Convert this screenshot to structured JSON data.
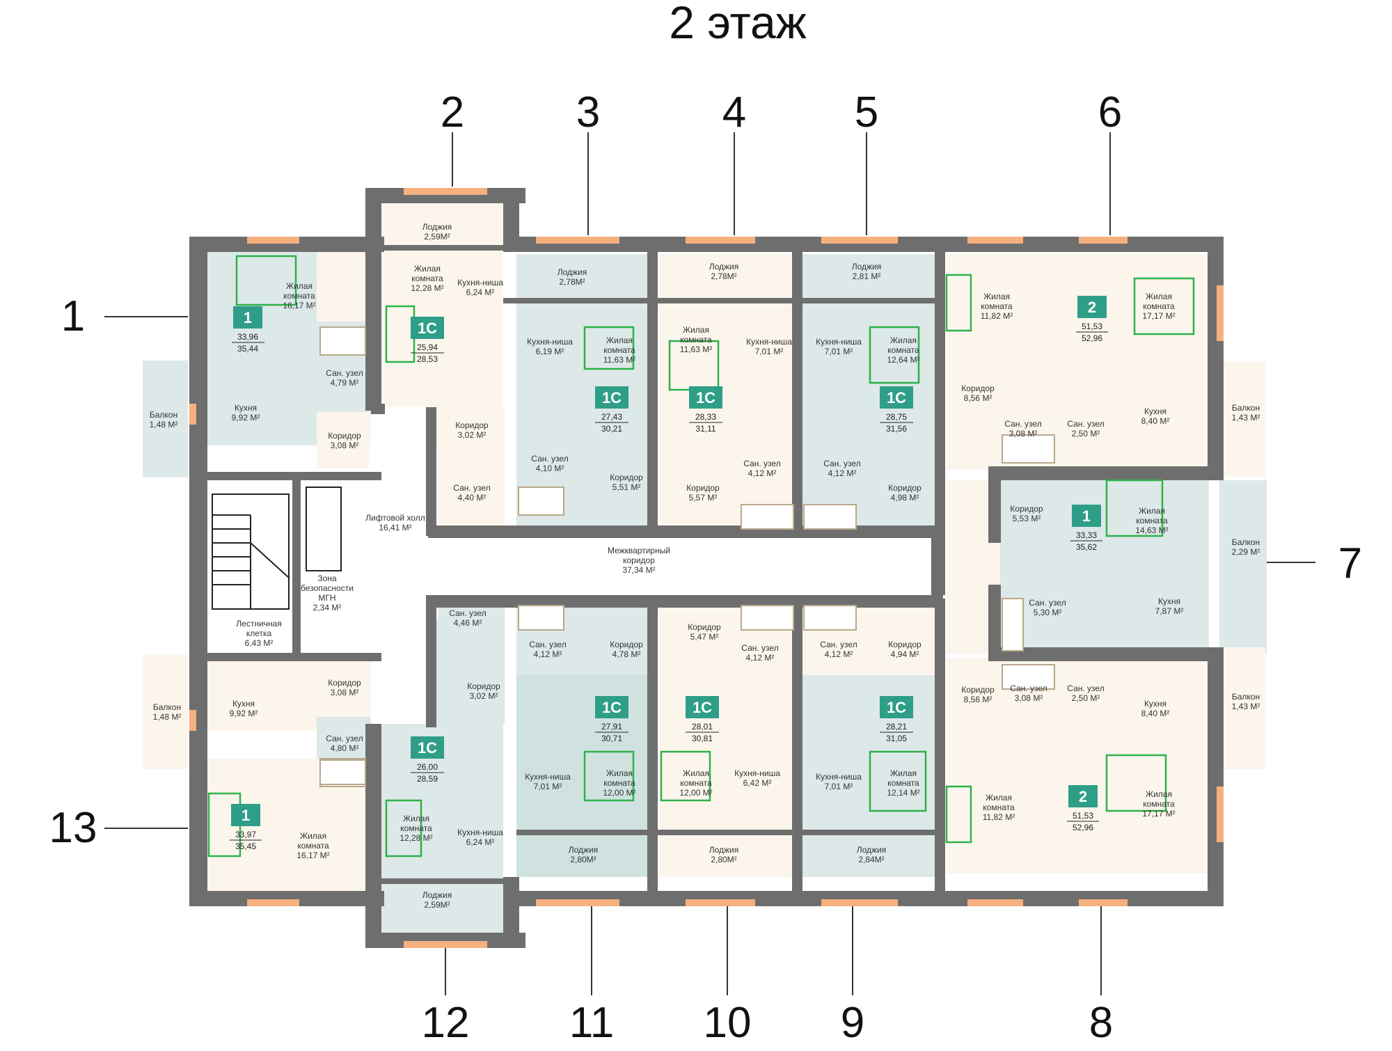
{
  "title": "2 этаж",
  "apt_numbers": {
    "n1": "1",
    "n2": "2",
    "n3": "3",
    "n4": "4",
    "n5": "5",
    "n6": "6",
    "n7": "7",
    "n8": "8",
    "n9": "9",
    "n10": "10",
    "n11": "11",
    "n12": "12",
    "n13": "13"
  },
  "badges": {
    "a1": "1",
    "a2": "1С",
    "a3": "1С",
    "a4": "1С",
    "a5": "1С",
    "a6": "2",
    "a7": "1",
    "a8": "2",
    "a9": "1С",
    "a10": "1С",
    "a11": "1С",
    "a12": "1С",
    "a13": "1"
  },
  "areas": {
    "a1": [
      "33,96",
      "35,44"
    ],
    "a2": [
      "25,94",
      "28,53"
    ],
    "a3": [
      "27,43",
      "30,21"
    ],
    "a4": [
      "28,33",
      "31,11"
    ],
    "a5": [
      "28,75",
      "31,56"
    ],
    "a6": [
      "51,53",
      "52,96"
    ],
    "a7": [
      "33,33",
      "35,62"
    ],
    "a8": [
      "51,53",
      "52,96"
    ],
    "a9": [
      "28,21",
      "31,05"
    ],
    "a10": [
      "28,01",
      "30,81"
    ],
    "a11": [
      "27,91",
      "30,71"
    ],
    "a12": [
      "26,00",
      "28,59"
    ],
    "a13": [
      "33,97",
      "35,45"
    ]
  },
  "rooms": {
    "r1": [
      "Жилая",
      "комната",
      "16,17 М²"
    ],
    "r2": [
      "Сан. узел",
      "4,79 М²"
    ],
    "r3": [
      "Кухня",
      "9,92 М²"
    ],
    "r4": [
      "Коридор",
      "3,08 М²"
    ],
    "r5": [
      "Балкон",
      "1,48 М²"
    ],
    "r6": [
      "Лоджия",
      "2,59М²"
    ],
    "r7": [
      "Жилая",
      "комната",
      "12,28 М²"
    ],
    "r8": [
      "Кухня-ниша",
      "6,24 М²"
    ],
    "r9": [
      "Коридор",
      "3,02 М²"
    ],
    "r10": [
      "Сан. узел",
      "4,40 М²"
    ],
    "r11": [
      "Лоджия",
      "2,78М²"
    ],
    "r12": [
      "Кухня-ниша",
      "6,19 М²"
    ],
    "r13": [
      "Жилая",
      "комната",
      "11,63 М²"
    ],
    "r14": [
      "Сан. узел",
      "4,10 М²"
    ],
    "r15": [
      "Коридор",
      "5,51 М²"
    ],
    "r16": [
      "Лоджия",
      "2,78М²"
    ],
    "r17": [
      "Жилая",
      "комната",
      "11,63 М²"
    ],
    "r18": [
      "Кухня-ниша",
      "7,01 М²"
    ],
    "r19": [
      "Коридор",
      "5,57 М²"
    ],
    "r20": [
      "Сан. узел",
      "4,12 М²"
    ],
    "r21": [
      "Лоджия",
      "2,81 М²"
    ],
    "r22": [
      "Кухня-ниша",
      "7,01 М²"
    ],
    "r23": [
      "Жилая",
      "комната",
      "12,64 М²"
    ],
    "r24": [
      "Сан. узел",
      "4,12 М²"
    ],
    "r25": [
      "Коридор",
      "4,98 М²"
    ],
    "r26": [
      "Жилая",
      "комната",
      "11,82 М²"
    ],
    "r27": [
      "Жилая",
      "комната",
      "17,17 М²"
    ],
    "r28": [
      "Коридор",
      "8,56 М²"
    ],
    "r29": [
      "Сан. узел",
      "3,08 М²"
    ],
    "r30": [
      "Сан. узел",
      "2,50 М²"
    ],
    "r31": [
      "Кухня",
      "8,40 М²"
    ],
    "r32": [
      "Балкон",
      "1,43 М²"
    ],
    "r33": [
      "Коридор",
      "5,53 М²"
    ],
    "r34": [
      "Жилая",
      "комната",
      "14,63 М²"
    ],
    "r35": [
      "Балкон",
      "2,29 М²"
    ],
    "r36": [
      "Сан. узел",
      "5,30 М²"
    ],
    "r37": [
      "Кухня",
      "7,87 М²"
    ],
    "r38": [
      "Лифтовой холл",
      "16,41 М²"
    ],
    "r39": [
      "Зона",
      "безопасности",
      "МГН",
      "2,34 М²"
    ],
    "r40": [
      "Лестничная",
      "клетка",
      "6,43 М²"
    ],
    "r41": [
      "Межквартирный",
      "коридор",
      "37,34 М²"
    ],
    "r42": [
      "Сан. узел",
      "4,46 М²"
    ],
    "r43": [
      "Коридор",
      "3,02 М²"
    ],
    "r44": [
      "Сан. узел",
      "4,12 М²"
    ],
    "r45": [
      "Коридор",
      "4,78 М²"
    ],
    "r46": [
      "Коридор",
      "5,47 М²"
    ],
    "r47": [
      "Сан. узел",
      "4,12 М²"
    ],
    "r48": [
      "Сан. узел",
      "4,12 М²"
    ],
    "r49": [
      "Коридор",
      "4,94 М²"
    ],
    "r50": [
      "Коридор",
      "8,56 М²"
    ],
    "r51": [
      "Сан. узел",
      "3,08 М²"
    ],
    "r52": [
      "Сан. узел",
      "2,50 М²"
    ],
    "r53": [
      "Кухня",
      "8,40 М²"
    ],
    "r54": [
      "Балкон",
      "1,43 М²"
    ],
    "r55": [
      "Балкон",
      "1,48 М²"
    ],
    "r56": [
      "Кухня",
      "9,92 М²"
    ],
    "r57": [
      "Коридор",
      "3,08 М²"
    ],
    "r58": [
      "Сан. узел",
      "4,80 М²"
    ],
    "r59": [
      "Жилая",
      "комната",
      "16,17 М²"
    ],
    "r60": [
      "Жилая",
      "комната",
      "12,28 М²"
    ],
    "r61": [
      "Кухня-ниша",
      "6,24 М²"
    ],
    "r62": [
      "Лоджия",
      "2,59М²"
    ],
    "r63": [
      "Кухня-ниша",
      "7,01 М²"
    ],
    "r64": [
      "Жилая",
      "комната",
      "12,00 М²"
    ],
    "r65": [
      "Лоджия",
      "2,80М²"
    ],
    "r66": [
      "Жилая",
      "комната",
      "12,00 М²"
    ],
    "r67": [
      "Кухня-ниша",
      "6,42 М²"
    ],
    "r68": [
      "Лоджия",
      "2,80М²"
    ],
    "r69": [
      "Кухня-ниша",
      "7,01 М²"
    ],
    "r70": [
      "Жилая",
      "комната",
      "12,14 М²"
    ],
    "r71": [
      "Лоджия",
      "2,84М²"
    ],
    "r72": [
      "Жилая",
      "комната",
      "11,82 М²"
    ],
    "r73": [
      "Жилая",
      "комната",
      "17,17 М²"
    ]
  },
  "colors": {
    "wall": "#6e6e6e",
    "living": "#fbf5ec",
    "wet": "#dde8e8",
    "badge": "#2e9e88",
    "furniture": "#2db24a",
    "window": "#f6b07e"
  }
}
